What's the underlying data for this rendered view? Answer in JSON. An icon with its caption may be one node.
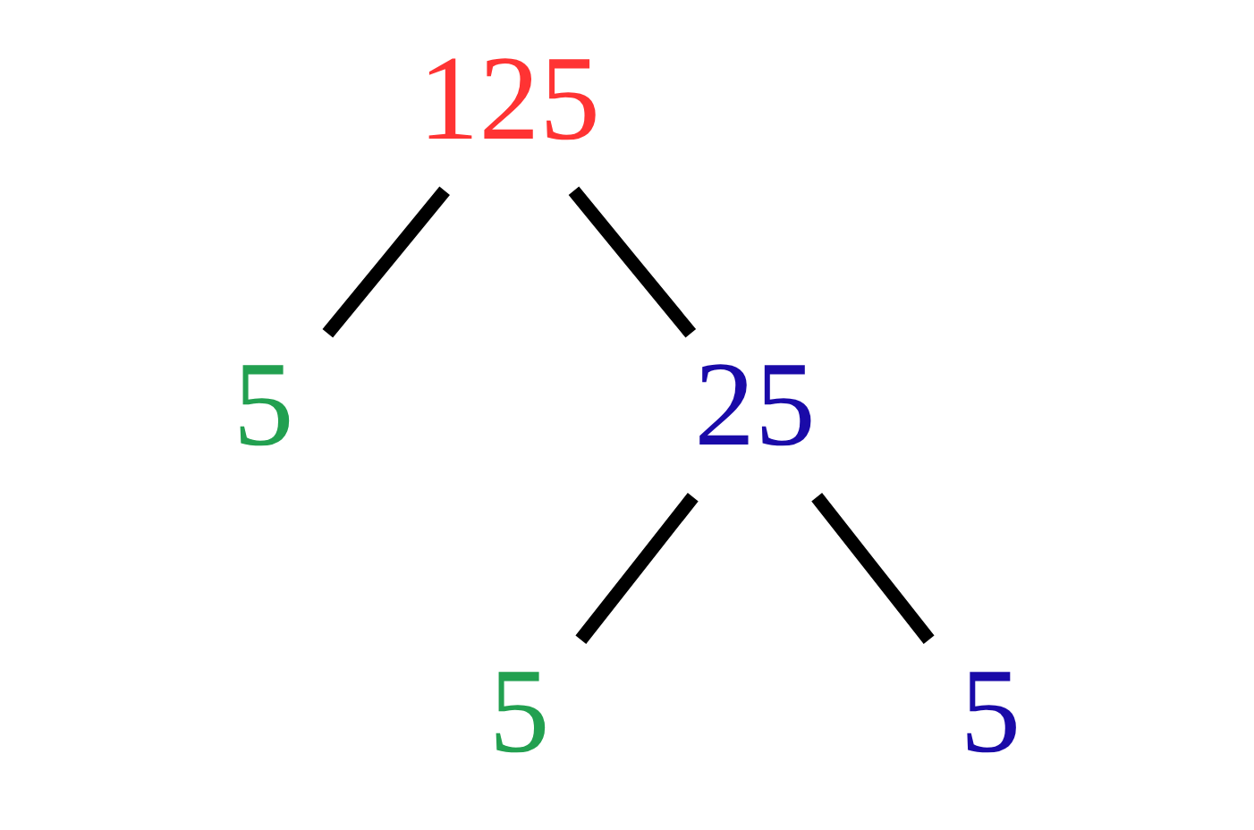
{
  "diagram": {
    "nodes": [
      {
        "text": [
          "125"
        ]
      },
      {
        "text": [
          "5"
        ]
      },
      {
        "text": [
          "25"
        ]
      },
      {
        "text": [
          "5"
        ]
      },
      {
        "text": [
          "5"
        ]
      }
    ],
    "edges": [
      {
        "from": 0,
        "to": 1,
        "arrow": "none"
      },
      {
        "from": 0,
        "to": 2,
        "arrow": "none"
      },
      {
        "from": 2,
        "to": 3,
        "arrow": "none"
      },
      {
        "from": 2,
        "to": 4,
        "arrow": "none"
      }
    ]
  }
}
